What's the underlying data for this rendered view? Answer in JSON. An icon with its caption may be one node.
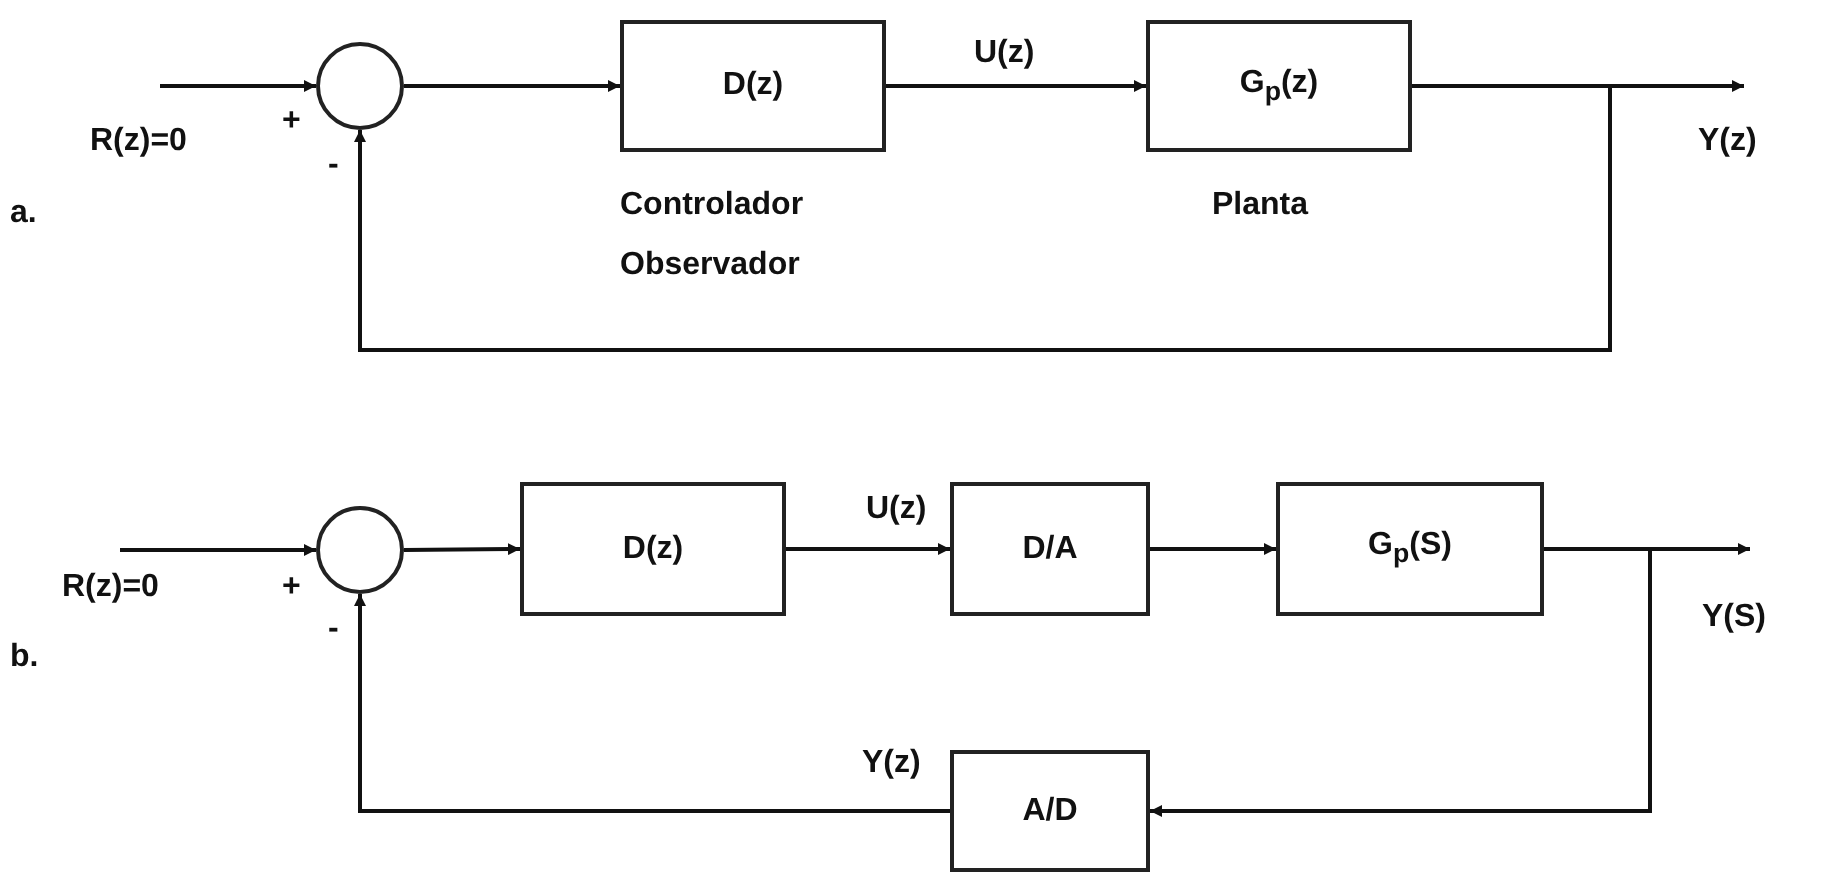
{
  "diagram": {
    "nodes": [
      {
        "text": [],
        "shape": "circle"
      },
      {
        "text": [
          "D(z)"
        ],
        "beside": [
          "Controlador Observador"
        ]
      },
      {
        "text": [
          "G$_{p}$(z)"
        ],
        "beside": [
          "Planta"
        ]
      },
      {
        "text": [],
        "shape": "circle"
      },
      {
        "text": [
          "D(z)"
        ]
      },
      {
        "text": [
          "D/A"
        ]
      },
      {
        "text": [
          "G$_{p}$(S)"
        ]
      },
      {
        "text": [
          "A/D"
        ]
      }
    ],
    "edges": [
      {
        "from": null,
        "to": 0,
        "arrow": "to",
        "label": "R(z)=0"
      },
      {
        "from": 0,
        "to": 1,
        "arrow": "to"
      },
      {
        "from": 1,
        "to": 2,
        "arrow": "to",
        "label": "U(z)"
      },
      {
        "from": 2,
        "to": null,
        "arrow": "to",
        "label": "Y(z)"
      },
      {
        "from": 2,
        "to": 0,
        "arrow": "to"
      },
      {
        "from": null,
        "to": 3,
        "arrow": "to",
        "label": "R(z)=0"
      },
      {
        "from": 3,
        "to": 4,
        "arrow": "to"
      },
      {
        "from": 4,
        "to": 5,
        "arrow": "to",
        "label": "U(z)"
      },
      {
        "from": 5,
        "to": 6,
        "arrow": "to"
      },
      {
        "from": 6,
        "to": null,
        "arrow": "to",
        "label": "Y(S)"
      },
      {
        "from": 6,
        "to": 7,
        "arrow": "to"
      },
      {
        "from": 7,
        "to": 3,
        "arrow": "to",
        "label": "Y(z)"
      }
    ],
    "labels": [
      "+",
      "-",
      "a.",
      "+",
      "-",
      "b."
    ]
  }
}
